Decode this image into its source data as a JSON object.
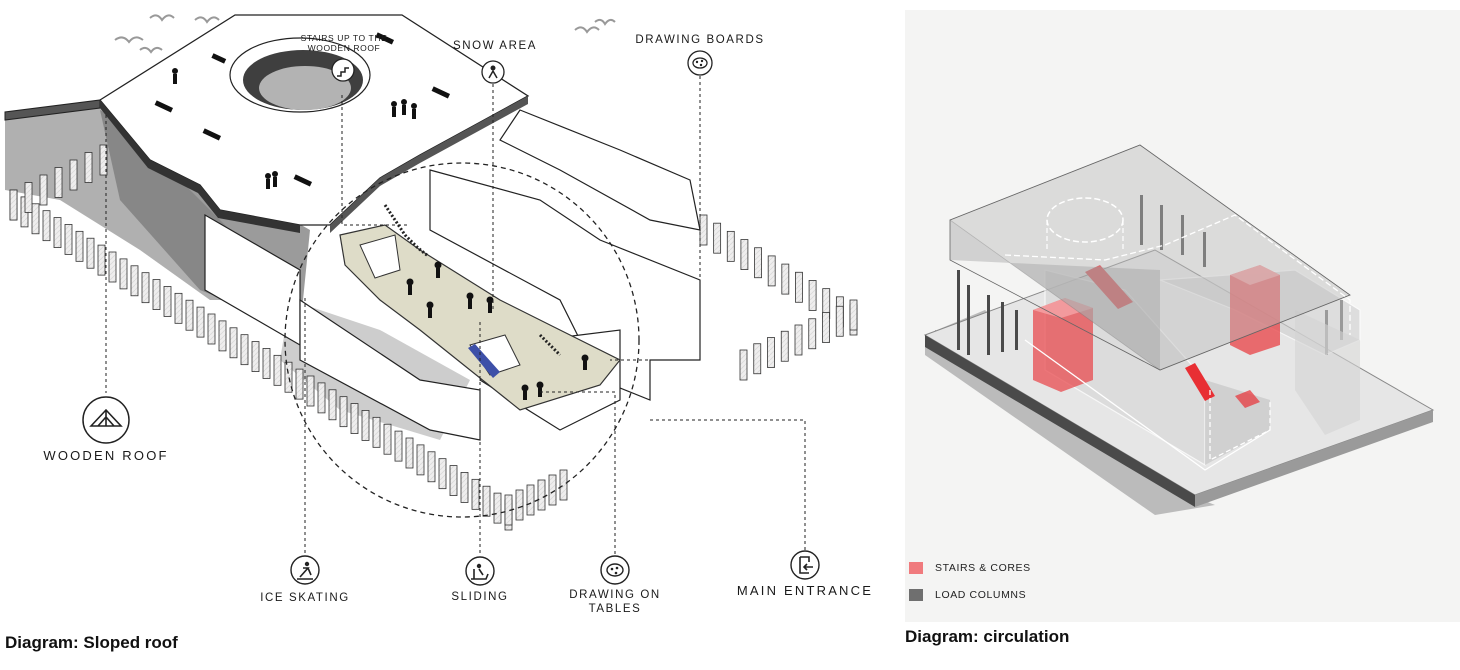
{
  "left": {
    "caption": "Diagram:  Sloped roof",
    "labels": {
      "stairs": "STAIRS UP TO THE WOODEN ROOF",
      "snow": "SNOW AREA",
      "drawing_boards": "DRAWING BOARDS",
      "wooden_roof": "WOODEN ROOF",
      "ice": "ICE SKATING",
      "sliding": "SLIDING",
      "drawing_tables": "DRAWING ON TABLES",
      "entrance": "MAIN ENTRANCE"
    }
  },
  "right": {
    "caption": "Diagram: circulation",
    "legend": [
      {
        "label": "STAIRS & CORES",
        "color": "#f07a7d"
      },
      {
        "label": "LOAD COLUMNS",
        "color": "#6f6f6f"
      }
    ]
  }
}
